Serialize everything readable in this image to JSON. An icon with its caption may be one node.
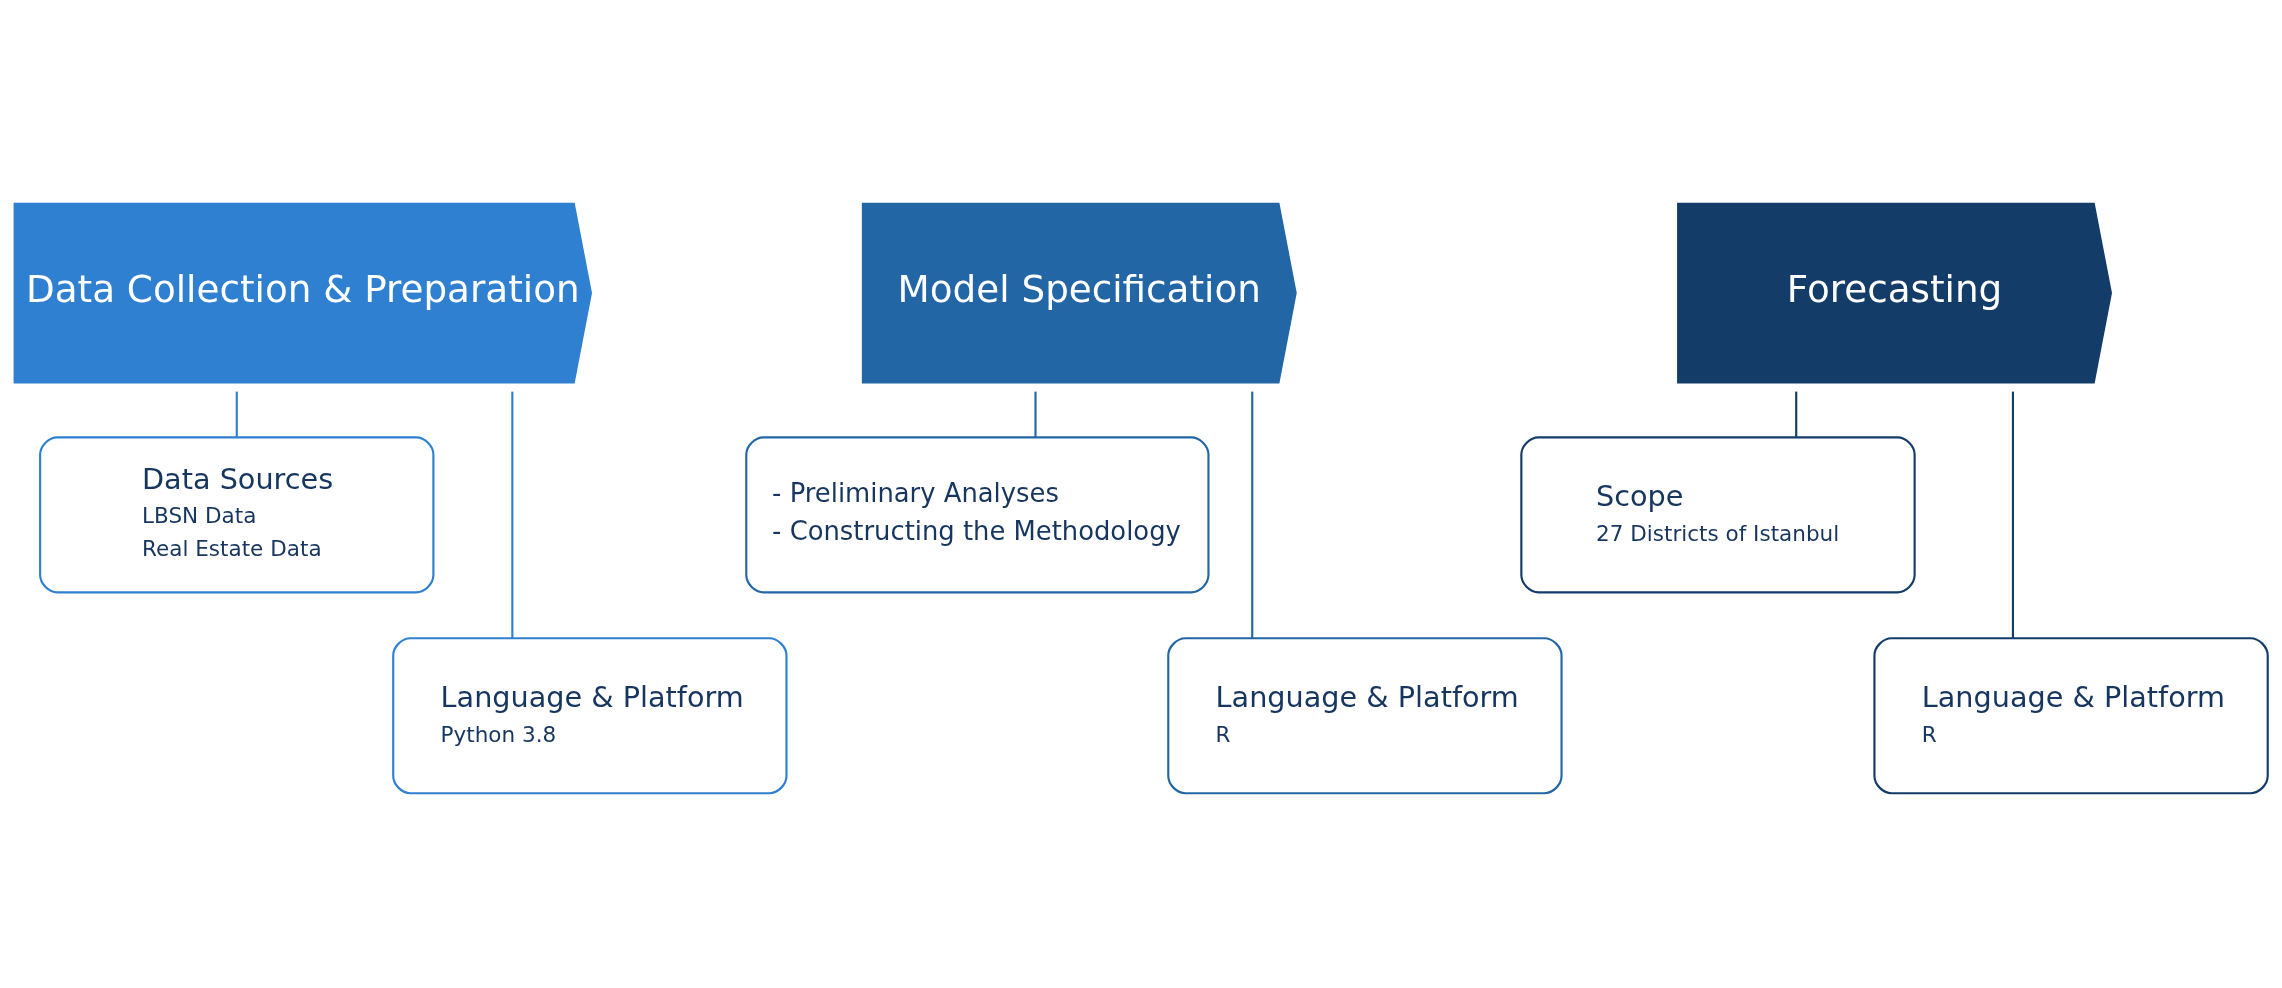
{
  "diagram": {
    "nodes": [
      {
        "text": [
          "Data Collection & Preparation"
        ]
      },
      {
        "text": [
          "Data Sources",
          "LBSN Data",
          "Real Estate Data"
        ]
      },
      {
        "text": [
          "Language & Platform",
          "Python 3.8"
        ]
      },
      {
        "text": [
          "Model Specification"
        ]
      },
      {
        "text": [
          "- Preliminary Analyses",
          "- Constructing the Methodology"
        ]
      },
      {
        "text": [
          "Language & Platform",
          "R"
        ]
      },
      {
        "text": [
          "Forecasting"
        ]
      },
      {
        "text": [
          "Scope",
          "27 Districts of Istanbul"
        ]
      },
      {
        "text": [
          "Language & Platform",
          "R"
        ]
      }
    ],
    "edges": [
      {
        "from": 0,
        "to": 1,
        "arrow": "none",
        "color": "#2f80d0"
      },
      {
        "from": 0,
        "to": 2,
        "arrow": "none",
        "color": "#2f80d0"
      },
      {
        "from": 3,
        "to": 4,
        "arrow": "none",
        "color": "#2366a6"
      },
      {
        "from": 3,
        "to": 5,
        "arrow": "none",
        "color": "#2366a6"
      },
      {
        "from": 6,
        "to": 7,
        "arrow": "none",
        "color": "#133c69"
      },
      {
        "from": 6,
        "to": 8,
        "arrow": "none",
        "color": "#133c69"
      }
    ]
  }
}
